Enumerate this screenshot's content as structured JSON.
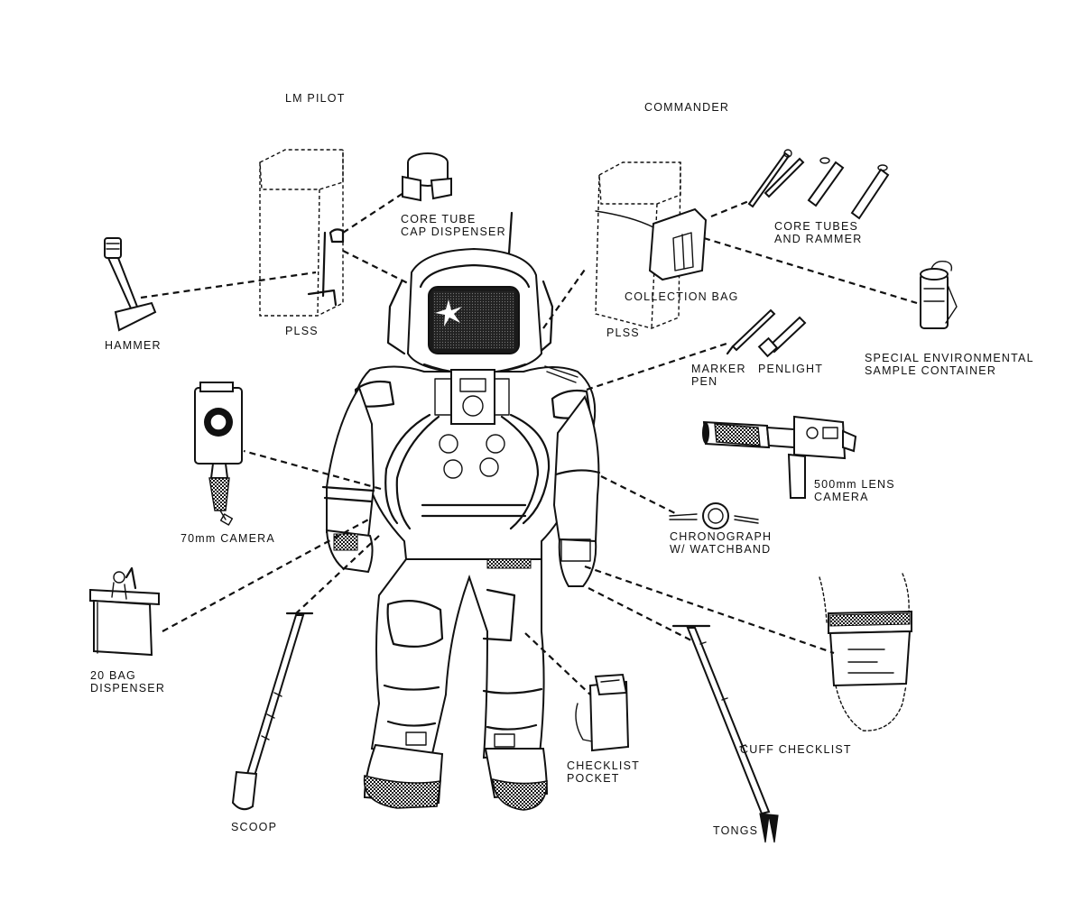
{
  "headings": {
    "lm_pilot": "LM PILOT",
    "commander": "COMMANDER"
  },
  "labels": {
    "core_tube_cap_dispenser": [
      "CORE TUBE",
      "CAP DISPENSER"
    ],
    "hammer": [
      "HAMMER"
    ],
    "plss_left": [
      "PLSS"
    ],
    "plss_right": [
      "PLSS"
    ],
    "core_tubes_and_rammer": [
      "CORE TUBES",
      "AND RAMMER"
    ],
    "collection_bag": [
      "COLLECTION BAG"
    ],
    "special_environmental_sample_container": [
      "SPECIAL ENVIRONMENTAL",
      "SAMPLE CONTAINER"
    ],
    "marker_pen": [
      "MARKER",
      "PEN"
    ],
    "penlight": [
      "PENLIGHT"
    ],
    "lens_camera_500mm": [
      "500mm LENS",
      "CAMERA"
    ],
    "camera_70mm": [
      "70mm CAMERA"
    ],
    "chronograph": [
      "CHRONOGRAPH",
      "W/ WATCHBAND"
    ],
    "bag_dispenser_20": [
      "20 BAG",
      "DISPENSER"
    ],
    "cuff_checklist": [
      "CUFF CHECKLIST"
    ],
    "checklist_pocket": [
      "CHECKLIST",
      "POCKET"
    ],
    "scoop": [
      "SCOOP"
    ],
    "tongs": [
      "TONGS"
    ]
  },
  "icons": {
    "astronaut": "astronaut-icon",
    "hammer": "hammer-icon",
    "plss_left": "backpack-icon",
    "plss_right": "backpack-icon",
    "cap_dispenser": "cap-dispenser-icon",
    "core_tubes": "core-tubes-icon",
    "collection_bag": "collection-bag-icon",
    "sample_container": "sample-container-icon",
    "marker_pen": "marker-pen-icon",
    "penlight": "penlight-icon",
    "lens_camera": "telephoto-camera-icon",
    "camera_70mm": "camera-icon",
    "chronograph": "wristwatch-icon",
    "bag_dispenser": "bag-dispenser-icon",
    "cuff_checklist": "cuff-checklist-icon",
    "checklist_pocket": "checklist-pocket-icon",
    "scoop": "scoop-icon",
    "tongs": "tongs-icon"
  }
}
